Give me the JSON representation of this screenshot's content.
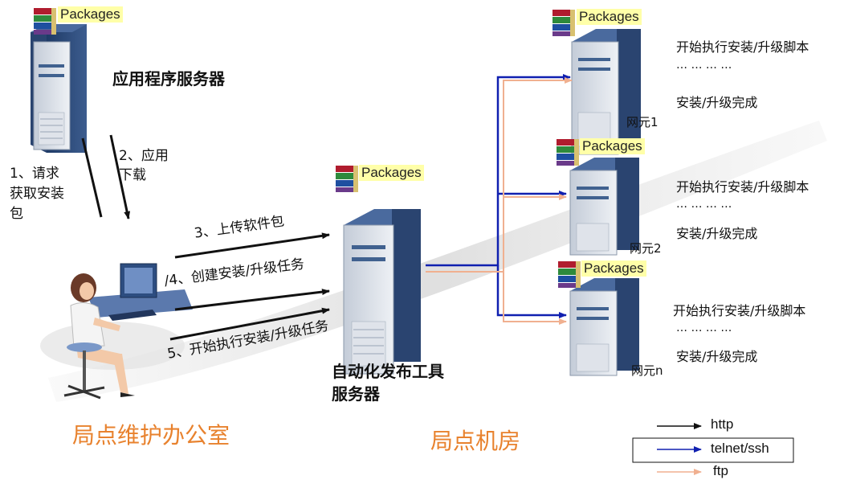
{
  "app_server": {
    "package_label": "Packages",
    "title": "应用程序服务器"
  },
  "arrows": {
    "step1": "1、请求\n获取安装\n包",
    "step2": "2、应用\n下载",
    "step3": "3、上传软件包",
    "step4": "/4、创建安装/升级任务",
    "step5": "5、开始执行安装/升级任务"
  },
  "deploy_server": {
    "package_label": "Packages",
    "title_line1": "自动化发布工具",
    "title_line2": "服务器"
  },
  "nodes": [
    {
      "package_label": "Packages",
      "name": "网元1",
      "status_start": "开始执行安装/升级脚本",
      "status_dots": "… … … …",
      "status_done": "安装/升级完成"
    },
    {
      "package_label": "Packages",
      "name": "网元2",
      "status_start": "开始执行安装/升级脚本",
      "status_dots": "… … … …",
      "status_done": "安装/升级完成"
    },
    {
      "package_label": "Packages",
      "name": "网元n",
      "status_start": "开始执行安装/升级脚本",
      "status_dots": "… … … …",
      "status_done": "安装/升级完成"
    }
  ],
  "zones": {
    "office": "局点维护办公室",
    "machine_room": "局点机房"
  },
  "legend": [
    {
      "label": "http",
      "color": "#111111"
    },
    {
      "label": "telnet/ssh",
      "color": "#1020b0"
    },
    {
      "label": "ftp",
      "color": "#f0b090"
    }
  ],
  "colors": {
    "zone_label": "#e8822e",
    "server_body": "#2c4a78",
    "server_front": "#d9dde4"
  }
}
